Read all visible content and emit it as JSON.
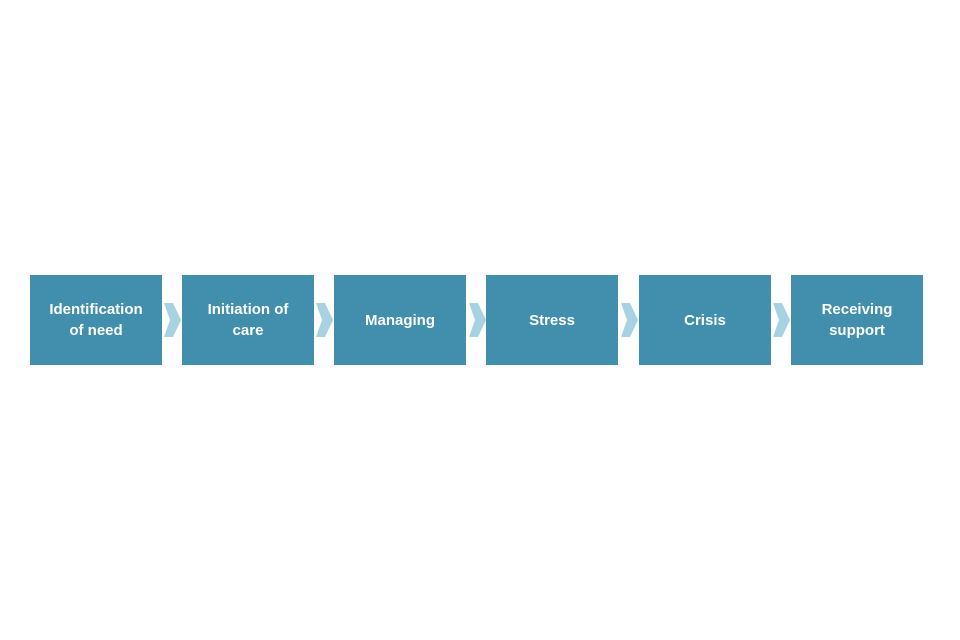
{
  "colors": {
    "box": "#418fac",
    "arrow": "#a6d2e2",
    "text": "#ffffff",
    "background": "#ffffff"
  },
  "steps": [
    {
      "label": "Identification\nof need"
    },
    {
      "label": "Initiation of\ncare"
    },
    {
      "label": "Managing"
    },
    {
      "label": "Stress"
    },
    {
      "label": "Crisis"
    },
    {
      "label": "Receiving\nsupport"
    }
  ]
}
